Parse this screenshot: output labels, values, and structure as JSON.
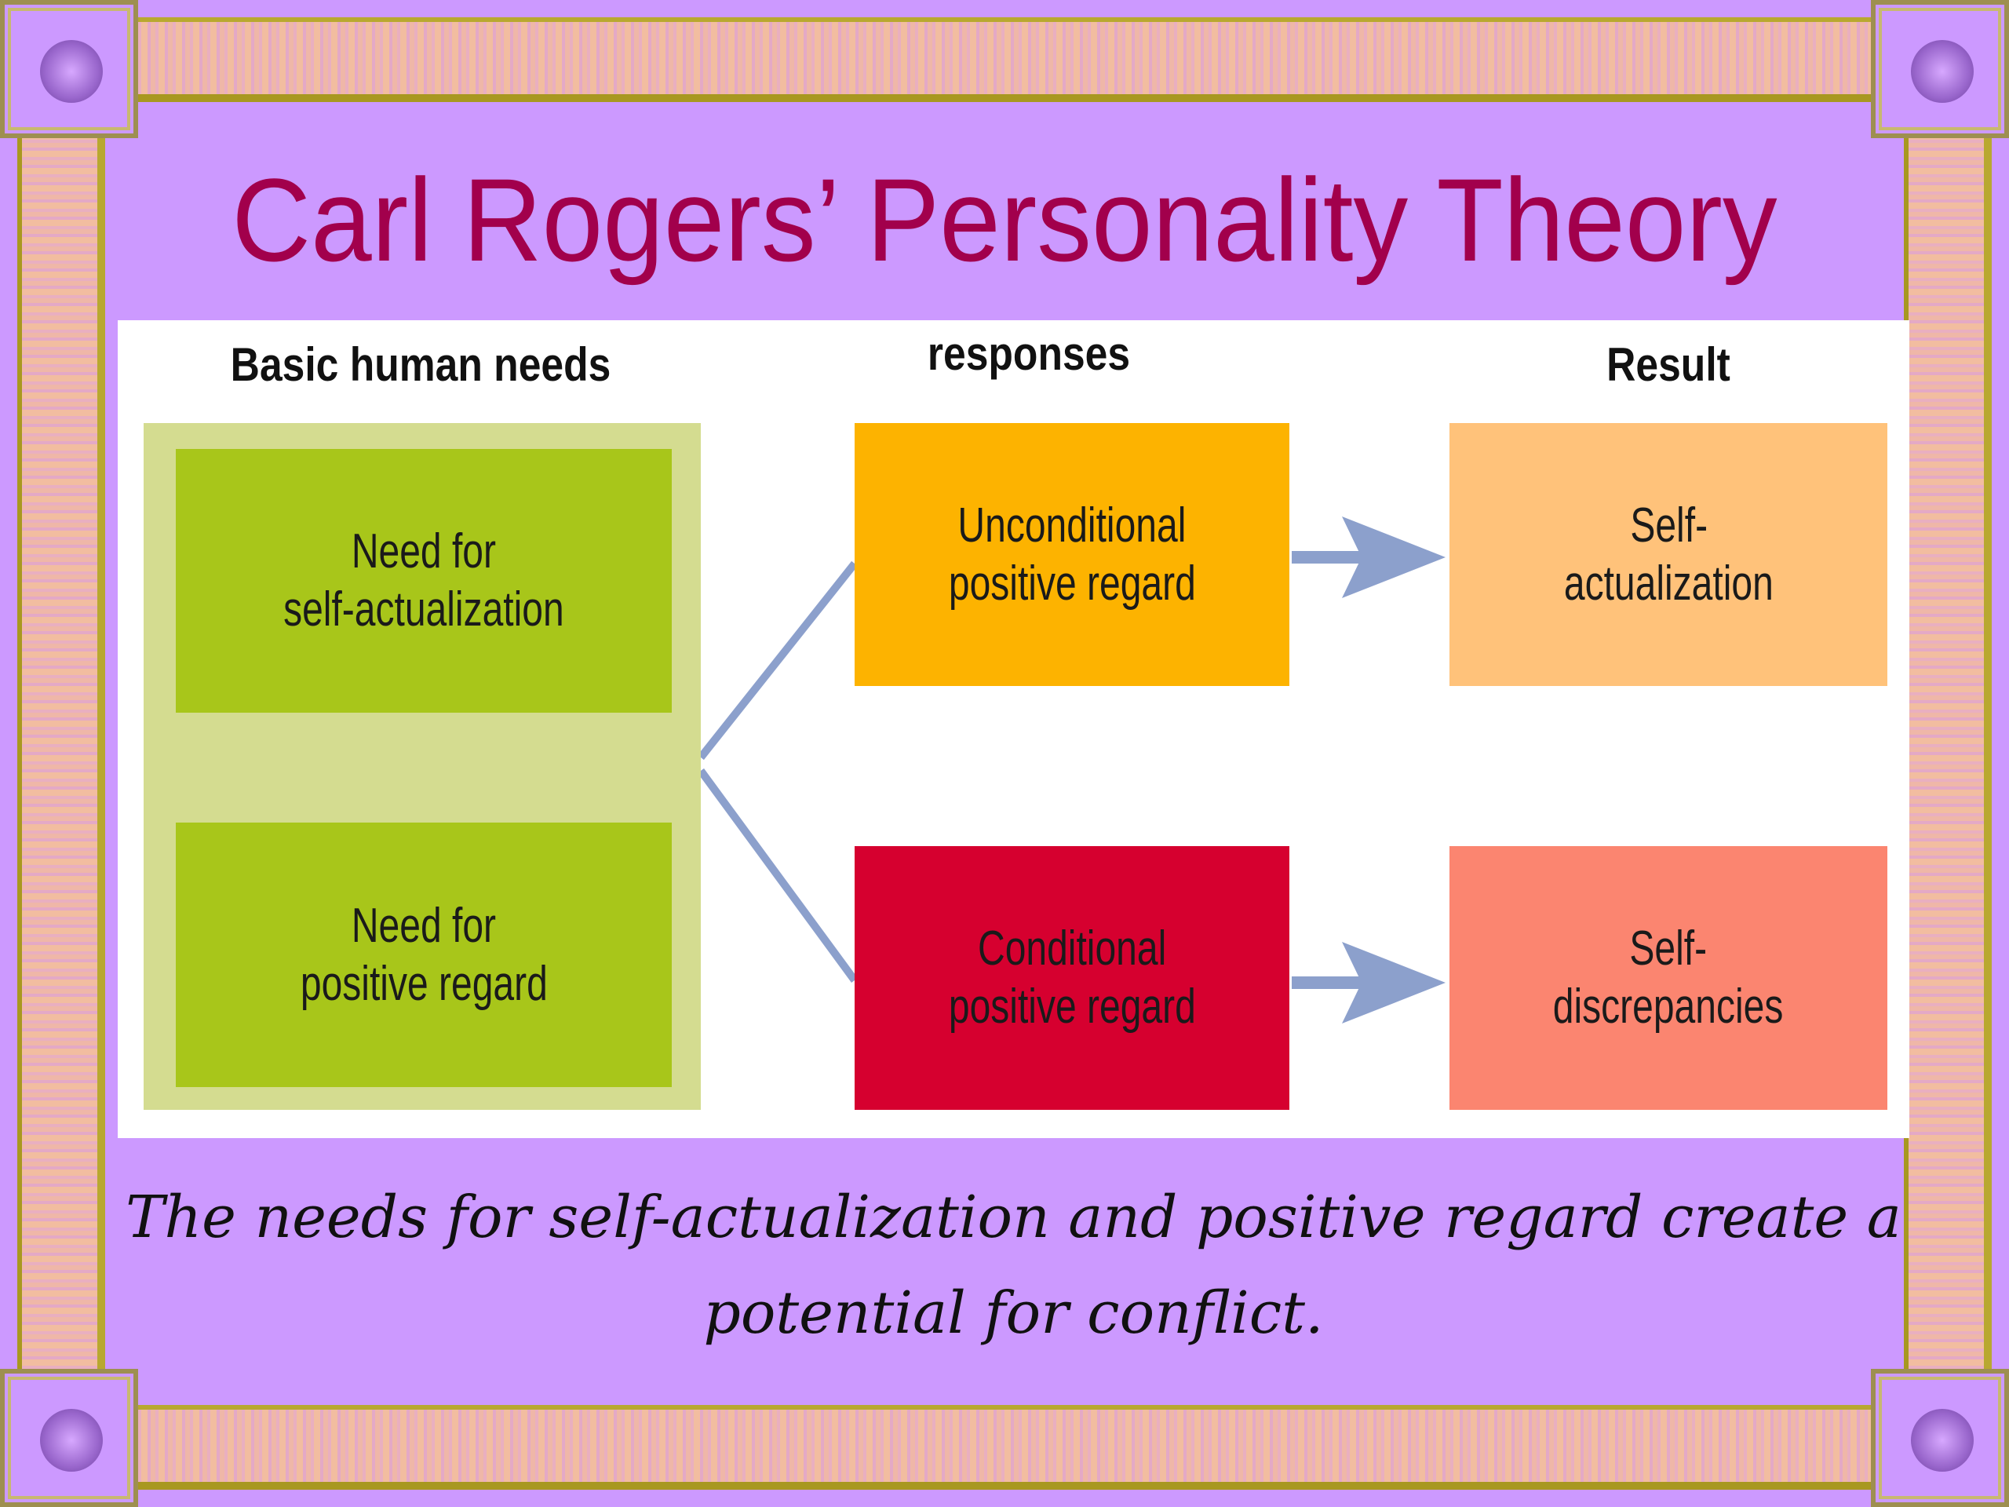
{
  "title": "Carl Rogers’ Personality Theory",
  "diagram": {
    "headers": {
      "needs": "Basic human needs",
      "responses": "responses",
      "result": "Result"
    },
    "needs": [
      {
        "line1": "Need for",
        "line2": "self-actualization"
      },
      {
        "line1": "Need for",
        "line2": "positive regard"
      }
    ],
    "responses": [
      {
        "line1": "Unconditional",
        "line2": "positive regard"
      },
      {
        "line1": "Conditional",
        "line2": "positive regard"
      }
    ],
    "results": [
      {
        "line1": "Self-",
        "line2": "actualization"
      },
      {
        "line1": "Self-",
        "line2": "discrepancies"
      }
    ],
    "colors": {
      "needs_outer": "#D4DC90",
      "needs_box": "#A8C61A",
      "unconditional": "#FDB300",
      "conditional": "#D6002F",
      "self_actualization": "#FFC27A",
      "self_discrepancies": "#FB8570",
      "connector": "#8CA0CC"
    }
  },
  "caption": {
    "line1": "The needs for self-actualization and positive regard create a",
    "line2": "potential for conflict."
  }
}
